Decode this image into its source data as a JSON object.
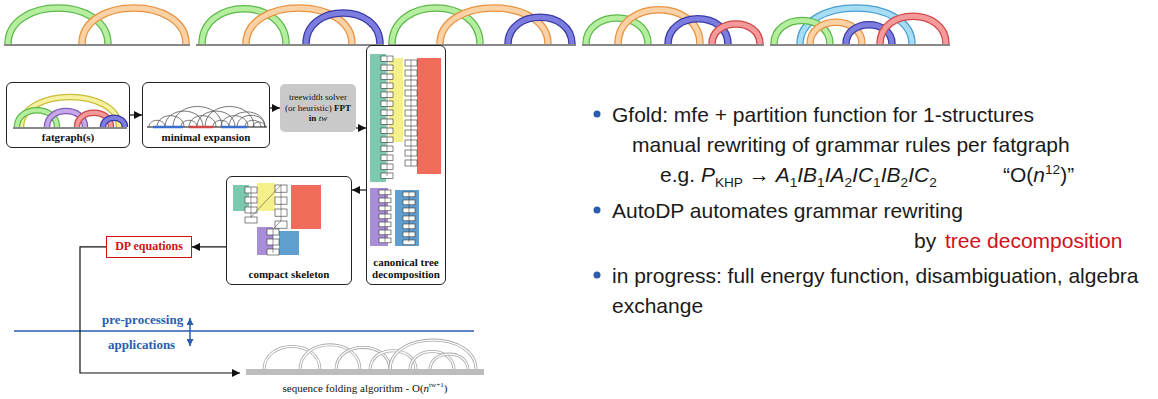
{
  "diagram": {
    "nodes": [
      {
        "text": [
          "fatgraph(s)"
        ]
      },
      {
        "text": [
          "minimal expansion"
        ]
      },
      {
        "text": [
          "treewidth solver (or heuristic) FPT in tw"
        ]
      },
      {
        "text": [
          "canonical tree decomposition"
        ]
      },
      {
        "text": [
          "compact skeleton"
        ]
      },
      {
        "text": [
          "DP equations"
        ]
      },
      {
        "text": [
          "sequence folding algorithm - O(ntw+1)"
        ]
      }
    ],
    "edges": [
      {
        "from": 0,
        "to": 1,
        "arrow": "to"
      },
      {
        "from": 1,
        "to": 2,
        "arrow": "to"
      },
      {
        "from": 2,
        "to": 3,
        "arrow": "to"
      },
      {
        "from": 3,
        "to": 4,
        "arrow": "to"
      },
      {
        "from": 4,
        "to": 5,
        "arrow": "to"
      },
      {
        "from": 5,
        "to": 6,
        "arrow": "to"
      }
    ],
    "labels": [
      "Gfold: mfe + partition function for 1-structures",
      "manual rewriting of grammar rules per fatgraph",
      "e.g. PKHP → A1IB1IA2IC1IB2IC2",
      "“O(n12)”",
      "AutoDP automates grammar rewriting",
      "by",
      "tree decomposition",
      "in progress: full energy function, disambiguation, algebra exchange",
      "pre-processing",
      "applications"
    ]
  }
}
